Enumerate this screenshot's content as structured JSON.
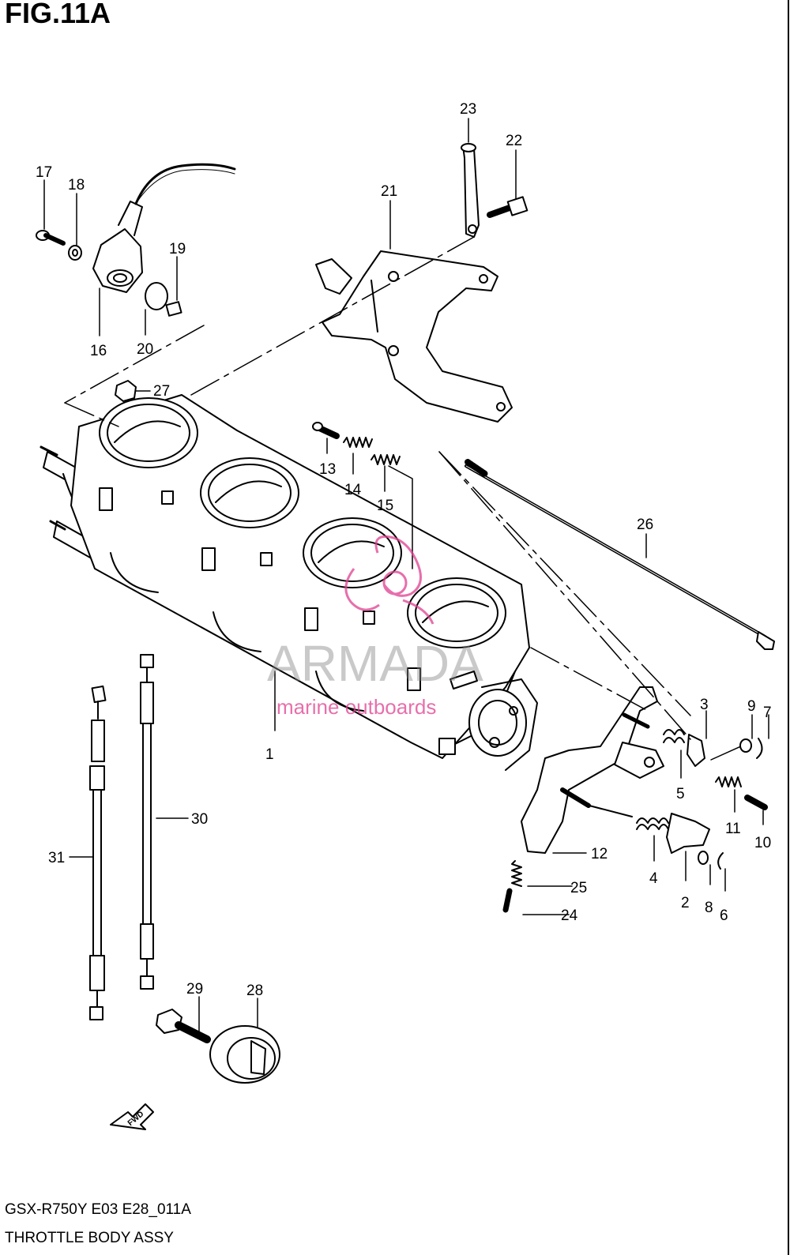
{
  "figure": {
    "title": "FIG.11A",
    "code": "GSX-R750Y E03 E28_011A",
    "name": "THROTTLE BODY ASSY"
  },
  "watermark": {
    "brand": "ARMADA",
    "tagline": "marine outboards",
    "color": "#e03f8f"
  },
  "callouts": [
    "1",
    "2",
    "3",
    "4",
    "5",
    "6",
    "7",
    "8",
    "9",
    "10",
    "11",
    "12",
    "13",
    "14",
    "15",
    "16",
    "17",
    "18",
    "19",
    "20",
    "21",
    "22",
    "23",
    "24",
    "25",
    "26",
    "27",
    "28",
    "29",
    "30",
    "31"
  ],
  "fwd_label": "FWD",
  "icons": [
    "fwd-arrow-icon"
  ]
}
